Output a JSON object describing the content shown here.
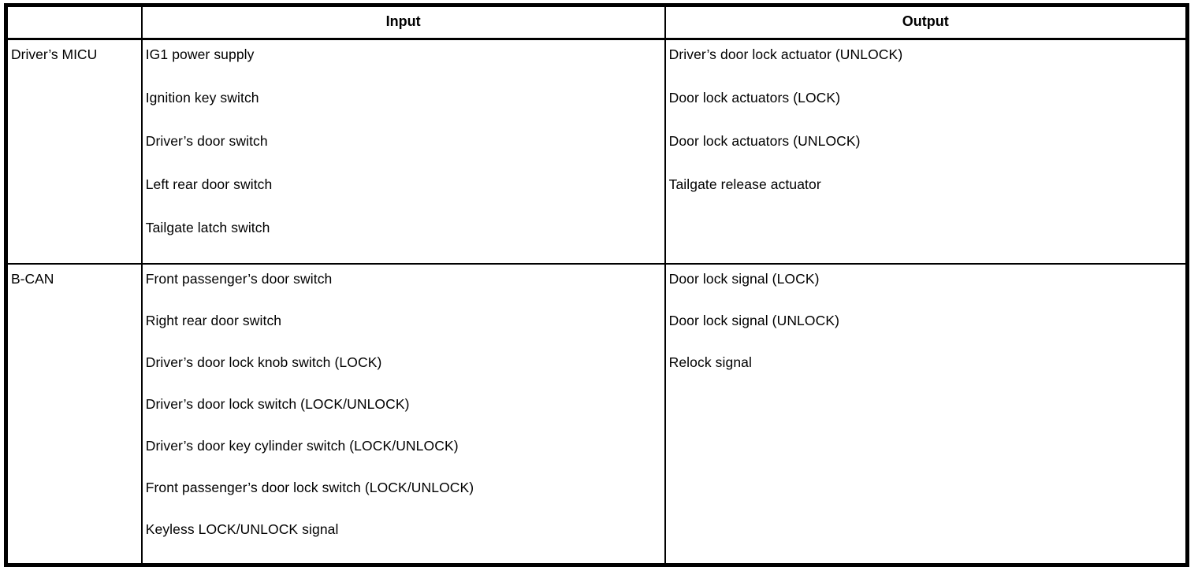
{
  "table": {
    "headers": {
      "source": "",
      "input": "Input",
      "output": "Output"
    },
    "rows": [
      {
        "source": "Driver’s MICU",
        "inputs": [
          "IG1 power supply",
          "Ignition key switch",
          "Driver’s door switch",
          "Left rear door switch",
          "Tailgate latch switch"
        ],
        "outputs": [
          "Driver’s door lock actuator (UNLOCK)",
          "Door lock actuators (LOCK)",
          "Door lock actuators (UNLOCK)",
          "Tailgate release actuator"
        ]
      },
      {
        "source": "B-CAN",
        "inputs": [
          "Front passenger’s door switch",
          "Right rear door switch",
          "Driver’s door lock knob switch (LOCK)",
          "Driver’s door lock switch (LOCK/UNLOCK)",
          "Driver’s door key cylinder switch (LOCK/UNLOCK)",
          "Front passenger’s door lock switch (LOCK/UNLOCK)",
          "Keyless LOCK/UNLOCK signal"
        ],
        "outputs": [
          "Door lock signal (LOCK)",
          "Door lock signal (UNLOCK)",
          "Relock signal"
        ]
      }
    ]
  },
  "colors": {
    "border": "#000000",
    "background": "#ffffff",
    "text": "#000000"
  }
}
